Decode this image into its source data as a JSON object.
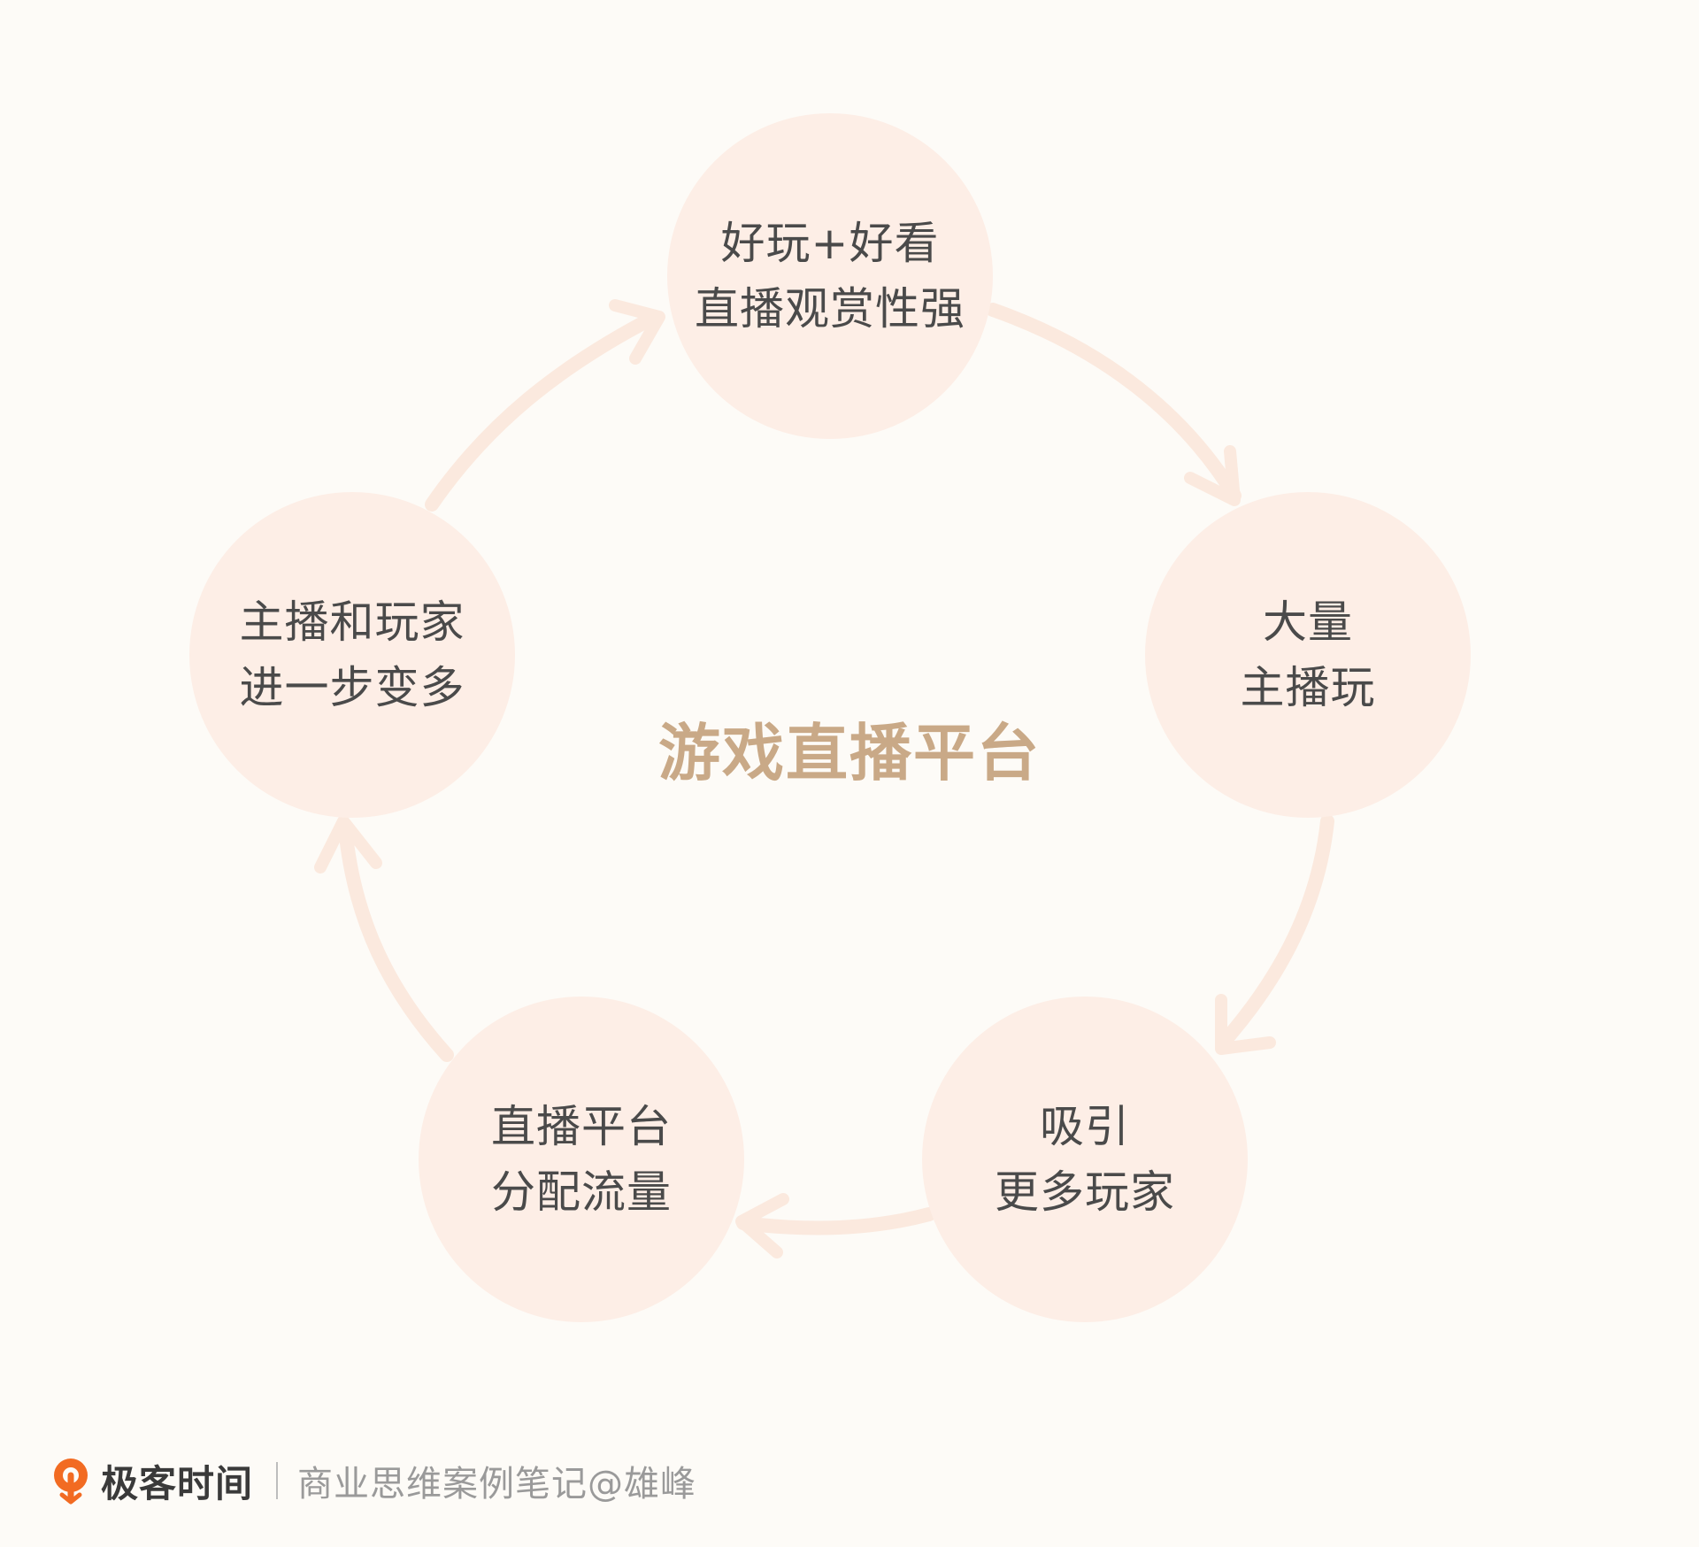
{
  "diagram": {
    "center_title": "游戏直播平台",
    "nodes": [
      {
        "id": "top",
        "lines": [
          "好玩+好看",
          "直播观赏性强"
        ]
      },
      {
        "id": "right",
        "lines": [
          "大量",
          "主播玩"
        ]
      },
      {
        "id": "bottom_right",
        "lines": [
          "吸引",
          "更多玩家"
        ]
      },
      {
        "id": "bottom_left",
        "lines": [
          "直播平台",
          "分配流量"
        ]
      },
      {
        "id": "left",
        "lines": [
          "主播和玩家",
          "进一步变多"
        ]
      }
    ],
    "colors": {
      "background": "#fdfbf7",
      "node_fill": "#fdeee6",
      "arrow": "#fbe9de",
      "center_title": "#c9a987",
      "node_text": "#4a4a4a"
    }
  },
  "footer": {
    "brand": "极客时间",
    "subtitle": "商业思维案例笔记@雄峰",
    "logo_icon": "geektime-logo-icon"
  }
}
